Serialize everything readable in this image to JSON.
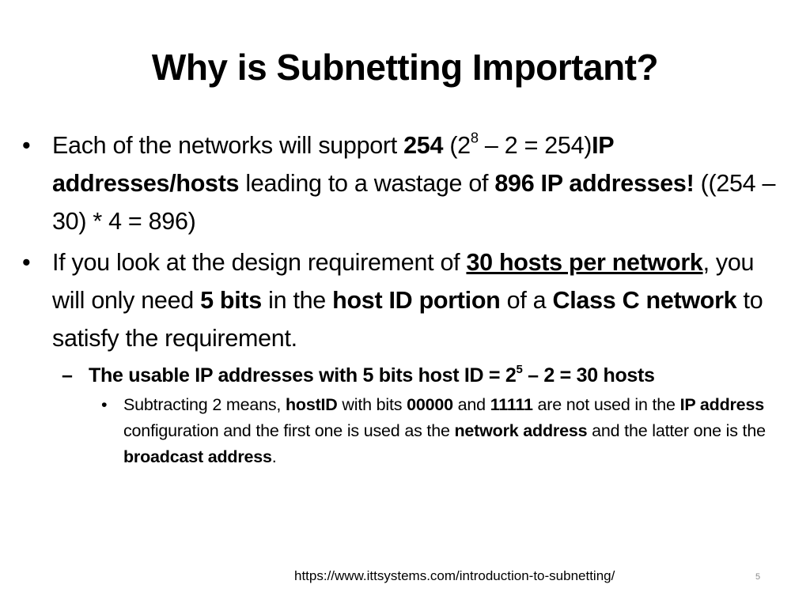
{
  "slide": {
    "title": "Why is Subnetting Important?",
    "bullet_glyph": "•",
    "dash_glyph": "–",
    "bullets": [
      {
        "level": 1,
        "runs": [
          {
            "text": "Each of the networks will support "
          },
          {
            "text": "254",
            "bold": true
          },
          {
            "text": " (2"
          },
          {
            "text": "8",
            "sup": true
          },
          {
            "text": " – 2 = 254)"
          },
          {
            "text": "IP addresses/hosts",
            "bold": true
          },
          {
            "text": " leading to a wastage of "
          },
          {
            "text": "896 IP addresses!",
            "bold": true
          },
          {
            "text": " ((254 – 30) * 4 = 896)"
          }
        ]
      },
      {
        "level": 1,
        "runs": [
          {
            "text": "If you look at the design requirement of "
          },
          {
            "text": "30 hosts per network",
            "bold": true,
            "underline": true
          },
          {
            "text": ", you will only need "
          },
          {
            "text": "5 bits",
            "bold": true
          },
          {
            "text": " in the "
          },
          {
            "text": "host ID portion",
            "bold": true
          },
          {
            "text": " of a "
          },
          {
            "text": "Class C network",
            "bold": true
          },
          {
            "text": " to satisfy the requirement."
          }
        ]
      },
      {
        "level": 2,
        "runs": [
          {
            "text": "The usable IP addresses with 5 bits host ID = 2"
          },
          {
            "text": "5",
            "sup": true
          },
          {
            "text": " – 2 = 30 hosts"
          }
        ]
      },
      {
        "level": 3,
        "runs": [
          {
            "text": "Subtracting 2 means, "
          },
          {
            "text": "hostID",
            "bold": true
          },
          {
            "text": " with bits "
          },
          {
            "text": "00000",
            "bold": true
          },
          {
            "text": " and "
          },
          {
            "text": "11111",
            "bold": true
          },
          {
            "text": " are not used in the "
          },
          {
            "text": "IP address",
            "bold": true
          },
          {
            "text": " configuration and the first one is used as the "
          },
          {
            "text": "network address",
            "bold": true
          },
          {
            "text": " and the latter one is the "
          },
          {
            "text": "broadcast address",
            "bold": true
          },
          {
            "text": "."
          }
        ]
      }
    ],
    "footer_source": "https://www.ittsystems.com/introduction-to-subnetting/",
    "slide_number": "5"
  }
}
